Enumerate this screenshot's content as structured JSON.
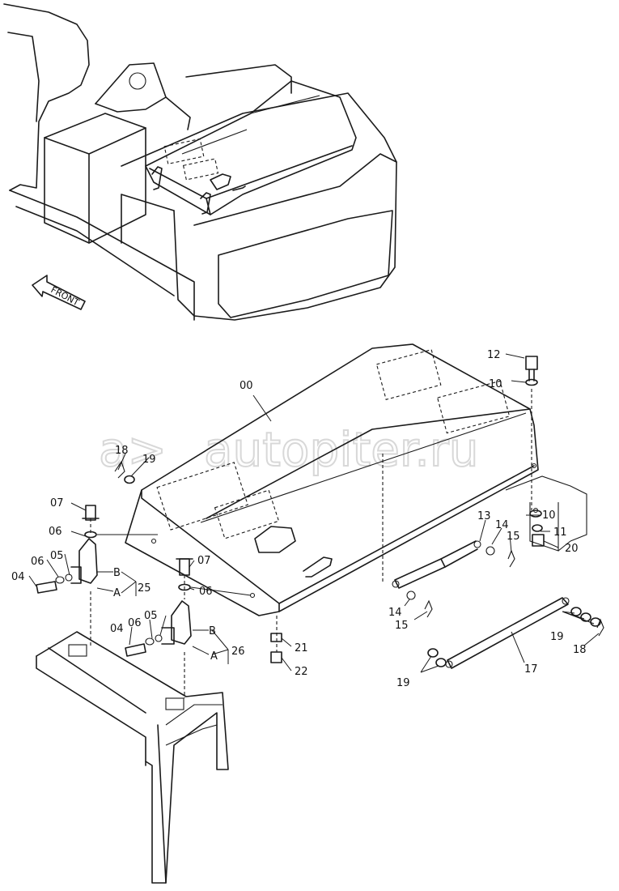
{
  "watermark": {
    "text": "autopiter.ru",
    "symbol": "a>"
  },
  "front_arrow": {
    "label": "FRONT"
  },
  "part_labels": [
    {
      "id": "00",
      "text": "00"
    },
    {
      "id": "04a",
      "text": "04"
    },
    {
      "id": "04b",
      "text": "04"
    },
    {
      "id": "05a",
      "text": "05"
    },
    {
      "id": "05b",
      "text": "05"
    },
    {
      "id": "06a",
      "text": "06"
    },
    {
      "id": "06b",
      "text": "06"
    },
    {
      "id": "06c",
      "text": "06"
    },
    {
      "id": "06d",
      "text": "06"
    },
    {
      "id": "07a",
      "text": "07"
    },
    {
      "id": "07b",
      "text": "07"
    },
    {
      "id": "10a",
      "text": "10"
    },
    {
      "id": "10b",
      "text": "10"
    },
    {
      "id": "11",
      "text": "11"
    },
    {
      "id": "12",
      "text": "12"
    },
    {
      "id": "13",
      "text": "13"
    },
    {
      "id": "14a",
      "text": "14"
    },
    {
      "id": "14b",
      "text": "14"
    },
    {
      "id": "15a",
      "text": "15"
    },
    {
      "id": "15b",
      "text": "15"
    },
    {
      "id": "17",
      "text": "17"
    },
    {
      "id": "18a",
      "text": "18"
    },
    {
      "id": "18b",
      "text": "18"
    },
    {
      "id": "19a",
      "text": "19"
    },
    {
      "id": "19b",
      "text": "19"
    },
    {
      "id": "19c",
      "text": "19"
    },
    {
      "id": "20",
      "text": "20"
    },
    {
      "id": "21",
      "text": "21"
    },
    {
      "id": "22",
      "text": "22"
    },
    {
      "id": "25",
      "text": "25"
    },
    {
      "id": "26",
      "text": "26"
    },
    {
      "id": "A1",
      "text": "A"
    },
    {
      "id": "A2",
      "text": "A"
    },
    {
      "id": "B1",
      "text": "B"
    },
    {
      "id": "B2",
      "text": "B"
    }
  ]
}
